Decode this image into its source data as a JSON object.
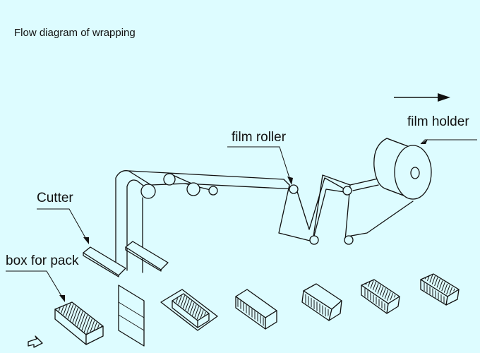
{
  "title": "Flow diagram of wrapping",
  "labels": {
    "film_holder": "film holder",
    "film_roller": "film roller",
    "cutter": "Cutter",
    "box_for_pack": "box for pack"
  },
  "colors": {
    "background": "#ddfcff",
    "line": "#111111"
  }
}
